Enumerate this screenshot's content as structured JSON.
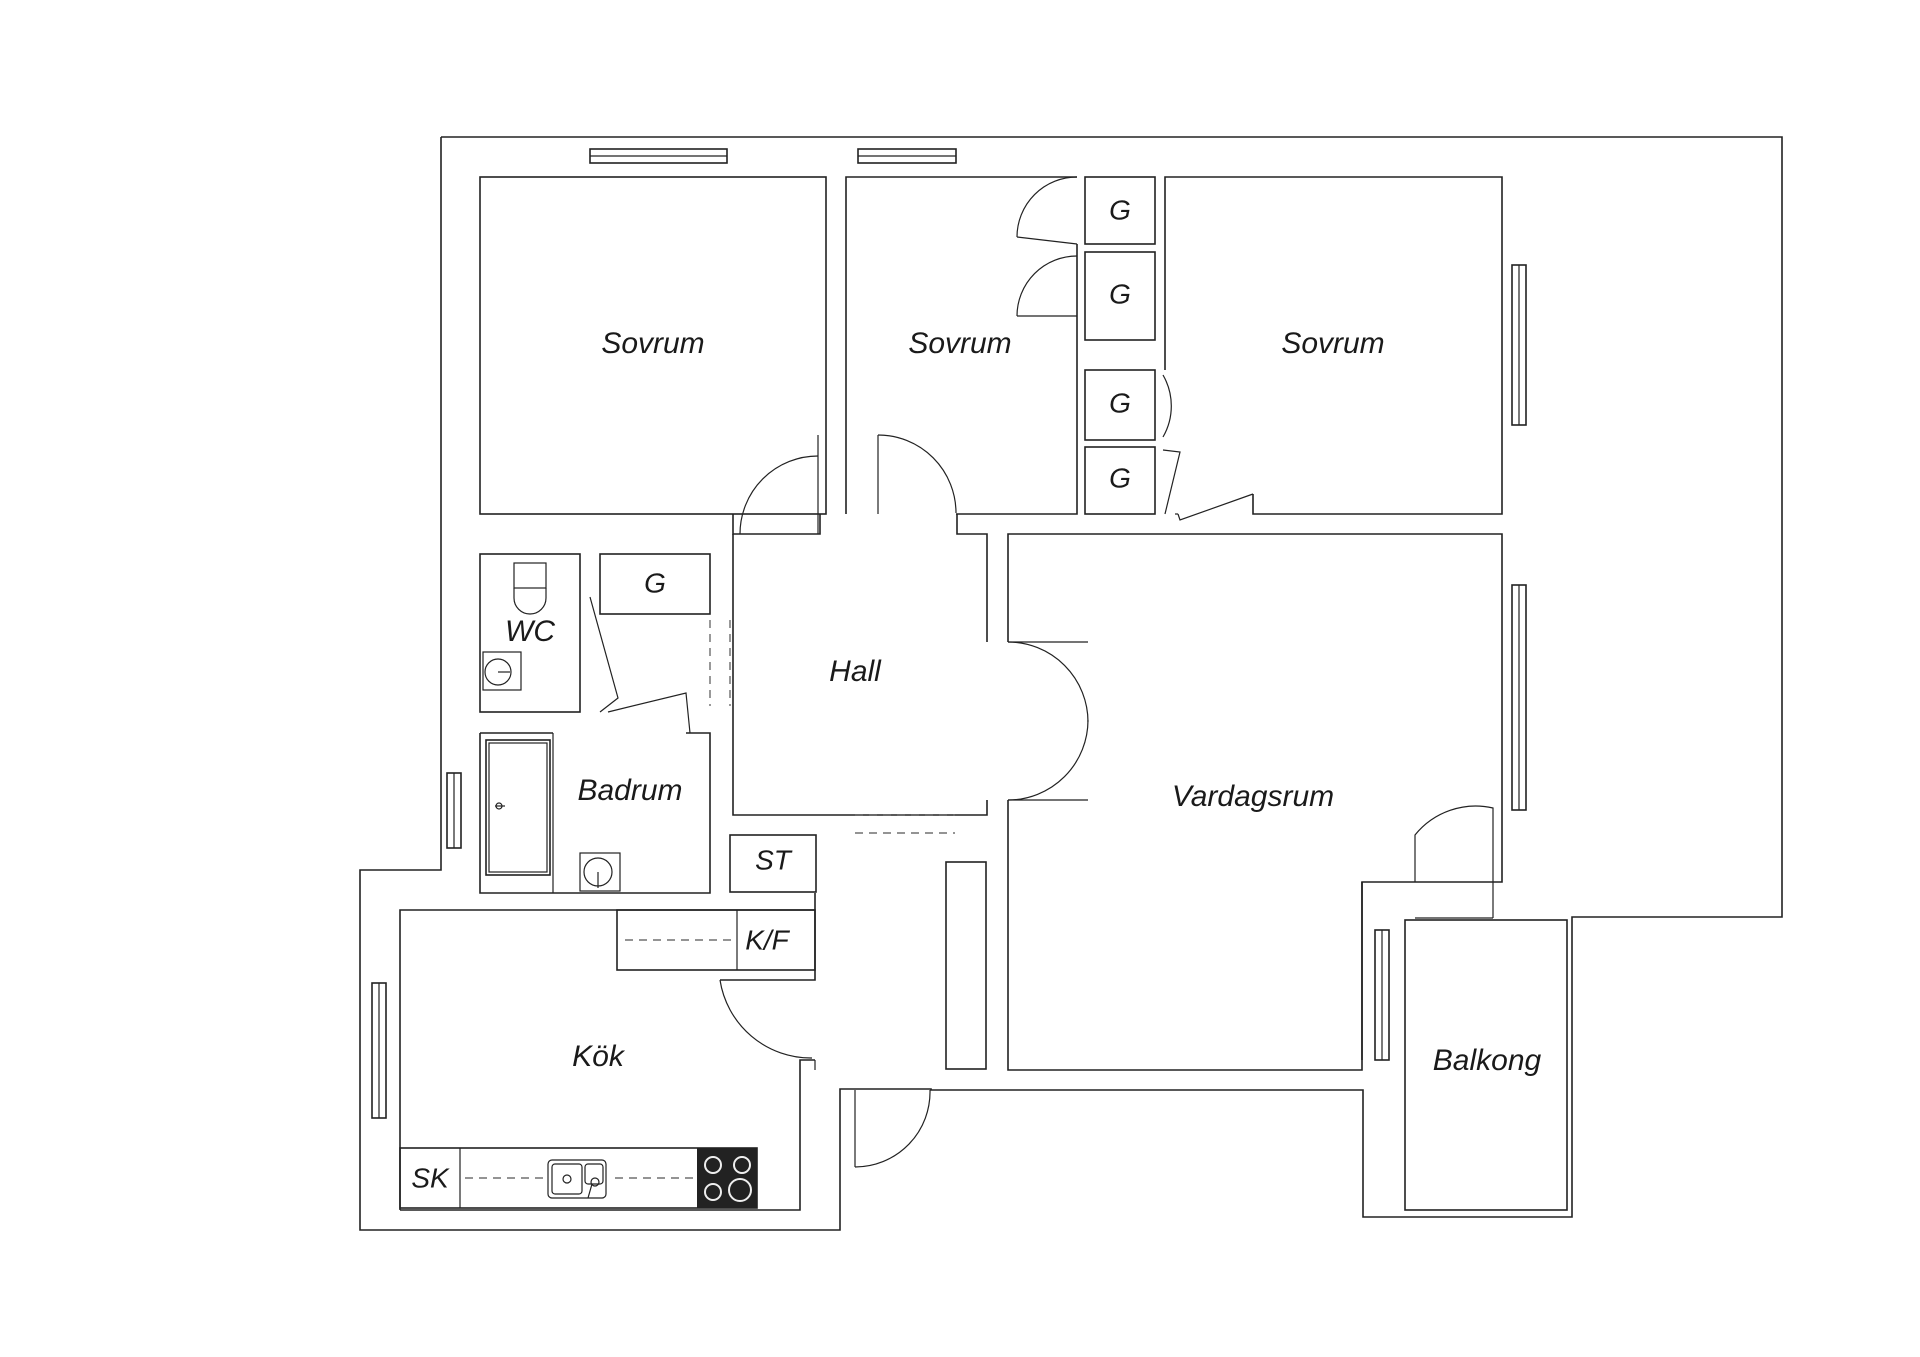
{
  "rooms": {
    "bedroom_1": "Sovrum",
    "bedroom_2": "Sovrum",
    "bedroom_3": "Sovrum",
    "hall": "Hall",
    "living_room": "Vardagsrum",
    "kitchen": "Kök",
    "bathroom": "Badrum",
    "wc": "WC",
    "balcony": "Balkong"
  },
  "storage": {
    "closet_1": "G",
    "closet_2": "G",
    "closet_3": "G",
    "closet_4": "G",
    "closet_hall": "G",
    "storage_room": "ST",
    "fridge_freezer": "K/F",
    "cabinet": "SK"
  }
}
